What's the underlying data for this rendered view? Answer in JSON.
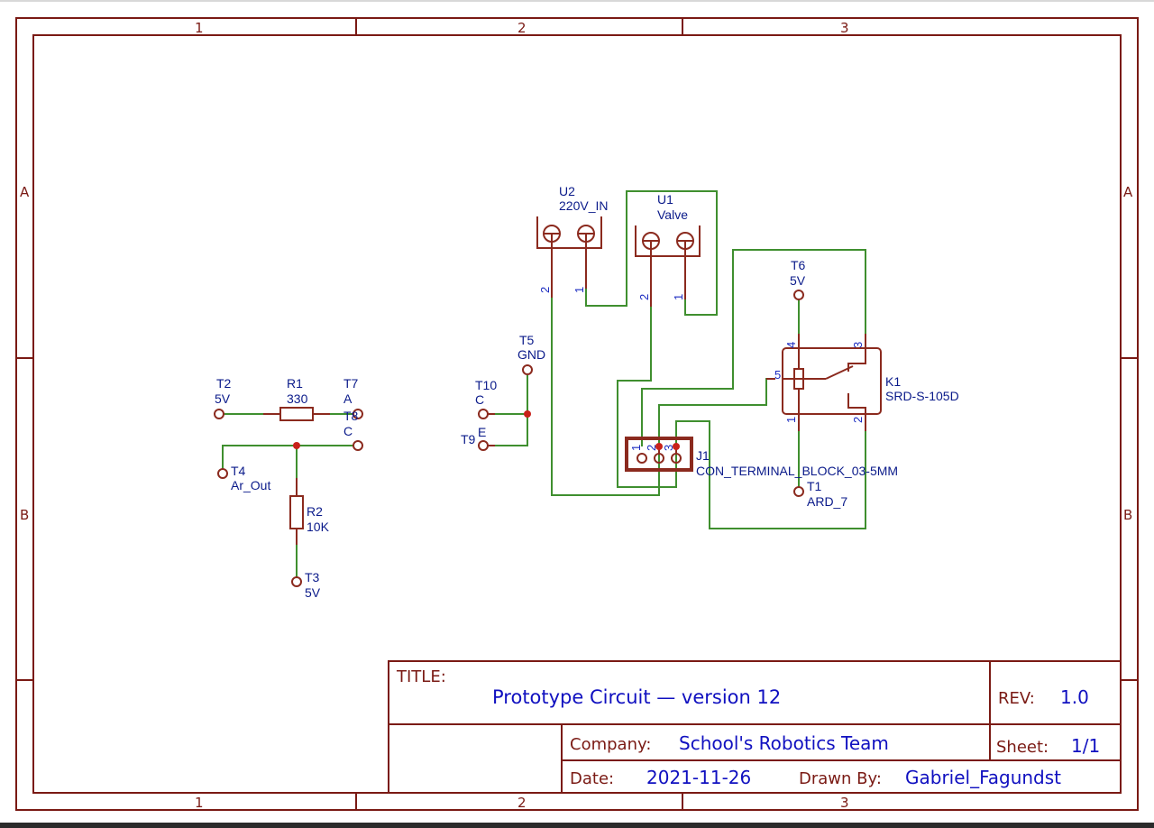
{
  "frame": {
    "columns": [
      "1",
      "2",
      "3"
    ],
    "rows": [
      "A",
      "B"
    ]
  },
  "components": {
    "U2": {
      "ref": "U2",
      "value": "220V_IN",
      "pins": [
        "2",
        "1"
      ]
    },
    "U1": {
      "ref": "U1",
      "value": "Valve",
      "pins": [
        "2",
        "1"
      ]
    },
    "T6": {
      "ref": "T6",
      "value": "5V"
    },
    "K1": {
      "ref": "K1",
      "value": "SRD-S-105D",
      "pins": [
        "4",
        "3",
        "5",
        "1",
        "2"
      ]
    },
    "T1": {
      "ref": "T1",
      "value": "ARD_7"
    },
    "J1": {
      "ref": "J1",
      "value": "CON_TERMINAL_BLOCK_03-5MM",
      "pins": [
        "1",
        "2",
        "3"
      ]
    },
    "T5": {
      "ref": "T5",
      "value": "GND"
    },
    "T10": {
      "ref": "T10",
      "value": "C"
    },
    "T9": {
      "ref": "T9",
      "value": "E"
    },
    "T2": {
      "ref": "T2",
      "value": "5V"
    },
    "R1": {
      "ref": "R1",
      "value": "330"
    },
    "T7": {
      "ref": "T7",
      "value": "A"
    },
    "T8": {
      "ref": "T8",
      "value": "C"
    },
    "T4": {
      "ref": "T4",
      "value": "Ar_Out"
    },
    "R2": {
      "ref": "R2",
      "value": "10K"
    },
    "T3": {
      "ref": "T3",
      "value": "5V"
    }
  },
  "title_block": {
    "title_label": "TITLE:",
    "title_value": "Prototype Circuit — version 12",
    "rev_label": "REV:",
    "rev_value": "1.0",
    "company_label": "Company:",
    "company_value": "School's Robotics Team",
    "sheet_label": "Sheet:",
    "sheet_value": "1/1",
    "date_label": "Date:",
    "date_value": "2021-11-26",
    "drawn_by_label": "Drawn By:",
    "drawn_by_value": "Gabriel_Fagundst"
  },
  "colors": {
    "frame": "#7a1a14",
    "wire": "#3f8f2f",
    "symbol": "#8b2a1e",
    "junction": "#c8211a",
    "label": "#0a1a8a",
    "title_value": "#1010c0"
  }
}
